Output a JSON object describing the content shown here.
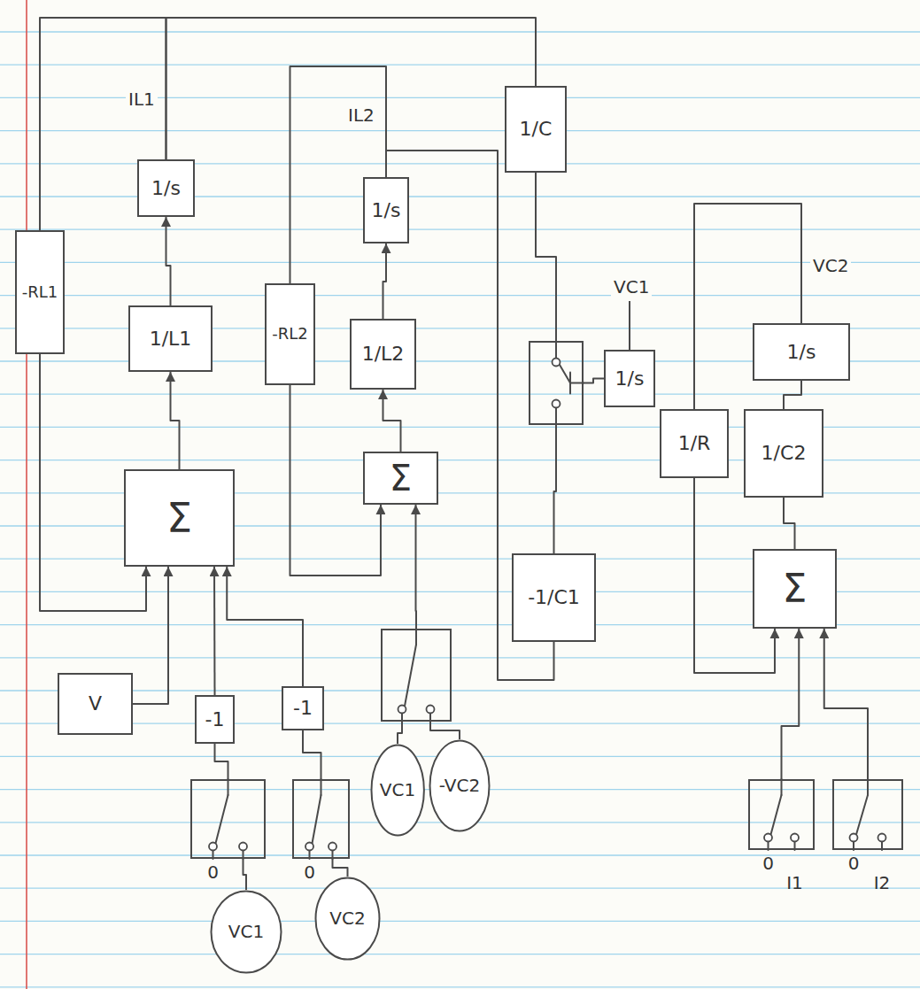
{
  "diagram": {
    "nodes": [
      {
        "text": [
          "-RL1"
        ]
      },
      {
        "text": [
          "1/s"
        ]
      },
      {
        "text": [
          "1/L1"
        ]
      },
      {
        "text": [
          "Σ"
        ]
      },
      {
        "text": [
          "V"
        ]
      },
      {
        "text": [
          "-1"
        ]
      },
      {
        "text": [
          "-1"
        ]
      },
      {
        "text": [
          "0"
        ]
      },
      {
        "text": [
          "0"
        ]
      },
      {
        "text": [
          "VC1"
        ]
      },
      {
        "text": [
          "VC2"
        ]
      },
      {
        "text": [
          "-RL2"
        ]
      },
      {
        "text": [
          "1/s"
        ]
      },
      {
        "text": [
          "1/L2"
        ]
      },
      {
        "text": [
          "Σ"
        ]
      },
      {
        "text": []
      },
      {
        "text": [
          "VC1"
        ]
      },
      {
        "text": [
          "-VC2"
        ]
      },
      {
        "text": [
          "1/C"
        ]
      },
      {
        "text": []
      },
      {
        "text": [
          "-1/C1"
        ]
      },
      {
        "text": [
          "1/s"
        ]
      },
      {
        "text": [
          "1/R"
        ]
      },
      {
        "text": [
          "1/s"
        ]
      },
      {
        "text": [
          "1/C2"
        ]
      },
      {
        "text": [
          "Σ"
        ]
      },
      {
        "text": [
          "0",
          "I1"
        ]
      },
      {
        "text": [
          "0",
          "I2"
        ]
      }
    ],
    "edges": [
      {
        "from": 3,
        "to": 2,
        "arrow": "to"
      },
      {
        "from": 2,
        "to": 1,
        "arrow": "to"
      },
      {
        "from": 1,
        "to": 0,
        "arrow": "none"
      },
      {
        "from": 1,
        "to": 18,
        "arrow": "none"
      },
      {
        "from": 0,
        "to": 3,
        "arrow": "to"
      },
      {
        "from": 4,
        "to": 3,
        "arrow": "to"
      },
      {
        "from": 5,
        "to": 3,
        "arrow": "to"
      },
      {
        "from": 6,
        "to": 3,
        "arrow": "to"
      },
      {
        "from": 7,
        "to": 5,
        "arrow": "none"
      },
      {
        "from": 8,
        "to": 6,
        "arrow": "none"
      },
      {
        "from": 9,
        "to": 7,
        "arrow": "none"
      },
      {
        "from": 10,
        "to": 8,
        "arrow": "none"
      },
      {
        "from": 14,
        "to": 13,
        "arrow": "to"
      },
      {
        "from": 13,
        "to": 12,
        "arrow": "to"
      },
      {
        "from": 12,
        "to": 11,
        "arrow": "none"
      },
      {
        "from": 11,
        "to": 14,
        "arrow": "to"
      },
      {
        "from": 15,
        "to": 14,
        "arrow": "to"
      },
      {
        "from": 16,
        "to": 15,
        "arrow": "none"
      },
      {
        "from": 17,
        "to": 15,
        "arrow": "none"
      },
      {
        "from": 12,
        "to": 20,
        "arrow": "none"
      },
      {
        "from": 18,
        "to": 19,
        "arrow": "none"
      },
      {
        "from": 20,
        "to": 19,
        "arrow": "none"
      },
      {
        "from": 19,
        "to": 21,
        "arrow": "none"
      },
      {
        "from": 25,
        "to": 24,
        "arrow": "none"
      },
      {
        "from": 24,
        "to": 23,
        "arrow": "none"
      },
      {
        "from": 23,
        "to": 22,
        "arrow": "none"
      },
      {
        "from": 22,
        "to": 25,
        "arrow": "to"
      },
      {
        "from": 26,
        "to": 25,
        "arrow": "to"
      },
      {
        "from": 27,
        "to": 25,
        "arrow": "to"
      }
    ],
    "labels": [
      "IL1",
      "IL2",
      "VC1",
      "VC2"
    ]
  }
}
